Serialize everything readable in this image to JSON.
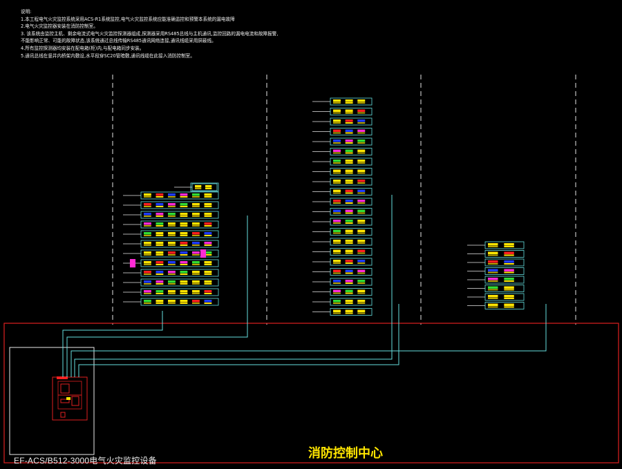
{
  "notes": {
    "heading": "说明:",
    "items": [
      "1.本工程电气火灾监控系统采用ACS-R1系统监控,电气火灾监控系统应能准确监控和预警本系统的漏电故障",
      "2.电气火灾监控器安装在消防控制室。",
      "3. 该系统由监控主机、剩余电流式电气火灾监控探测器组成,探测器采用RS485总线与主机通讯,监控回路的漏电电流和故障报警,",
      "不能影响正常、可能的故障状态,该系统通过总线传输RS485通讯网络连接,通讯线缆采用屏蔽线。",
      "4.所有监控探测器均安装在配电箱(柜)内,与配电箱同步安装。",
      "5.通讯总线在竖井内桥架内敷设,水平段穿SC20管暗敷,通讯线缆在此接入消防控制室。"
    ]
  },
  "labels": {
    "model": "EF-ACS/B512-3000电气火灾监控设备",
    "control_center": "消防控制中心"
  },
  "colors": {
    "background": "#000000",
    "border_red": "#e02020",
    "bus_cyan": "#66e0e0",
    "text_yellow": "#ffe600",
    "magenta": "#ff2bd6"
  }
}
